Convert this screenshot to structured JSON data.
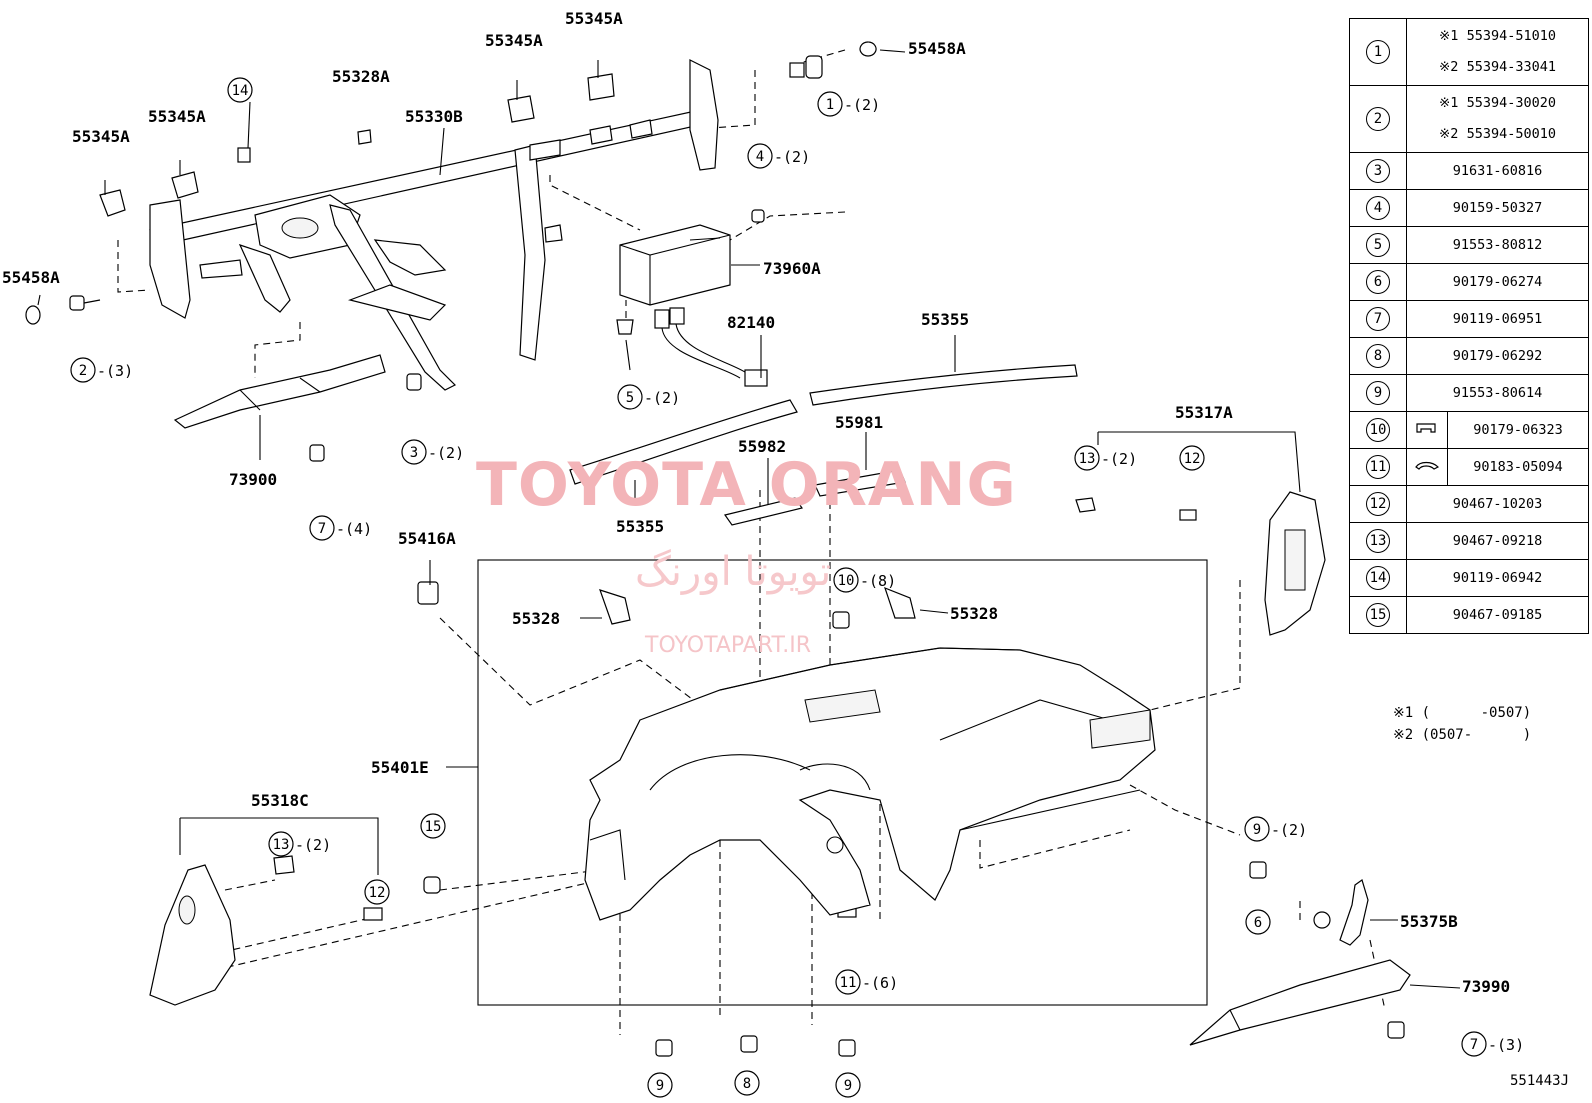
{
  "watermark": {
    "brand": "TOYOTA ORANG",
    "persian": "تویوتا اورنگ",
    "site": "TOYOTAPART.IR"
  },
  "labels": {
    "p55345A_1": "55345A",
    "p55345A_2": "55345A",
    "p55345A_3": "55345A",
    "p55345A_4": "55345A",
    "p55458A_r": "55458A",
    "p55458A_l": "55458A",
    "p55328A": "55328A",
    "p55330B": "55330B",
    "p73960A": "73960A",
    "p82140": "82140",
    "p55355_t": "55355",
    "p55355_b": "55355",
    "p55981": "55981",
    "p55982": "55982",
    "p55317A": "55317A",
    "p73900": "73900",
    "p55416A": "55416A",
    "p55328_l": "55328",
    "p55328_r": "55328",
    "p55401E": "55401E",
    "p55318C": "55318C",
    "p55375B": "55375B",
    "p73990": "73990"
  },
  "callouts": {
    "c1": {
      "num": "1",
      "qty": "-(2)"
    },
    "c4": {
      "num": "4",
      "qty": "-(2)"
    },
    "c14": {
      "num": "14",
      "qty": ""
    },
    "c2": {
      "num": "2",
      "qty": "-(3)"
    },
    "c5": {
      "num": "5",
      "qty": "-(2)"
    },
    "c3": {
      "num": "3",
      "qty": "-(2)"
    },
    "c7a": {
      "num": "7",
      "qty": "-(4)"
    },
    "c13a": {
      "num": "13",
      "qty": "-(2)"
    },
    "c12a": {
      "num": "12",
      "qty": ""
    },
    "c10": {
      "num": "10",
      "qty": "-(8)"
    },
    "c13b": {
      "num": "13",
      "qty": "-(2)"
    },
    "c12b": {
      "num": "12",
      "qty": ""
    },
    "c15": {
      "num": "15",
      "qty": ""
    },
    "c11": {
      "num": "11",
      "qty": "-(6)"
    },
    "c9a": {
      "num": "9",
      "qty": "-(2)"
    },
    "c6": {
      "num": "6",
      "qty": ""
    },
    "c7b": {
      "num": "7",
      "qty": "-(3)"
    },
    "c9b": {
      "num": "9",
      "qty": ""
    },
    "c8": {
      "num": "8",
      "qty": ""
    },
    "c9c": {
      "num": "9",
      "qty": ""
    }
  },
  "table": [
    {
      "ref": "1",
      "parts": [
        "※1 55394-51010",
        "※2 55394-33041"
      ]
    },
    {
      "ref": "2",
      "parts": [
        "※1 55394-30020",
        "※2 55394-50010"
      ]
    },
    {
      "ref": "3",
      "parts": [
        "91631-60816"
      ]
    },
    {
      "ref": "4",
      "parts": [
        "90159-50327"
      ]
    },
    {
      "ref": "5",
      "parts": [
        "91553-80812"
      ]
    },
    {
      "ref": "6",
      "parts": [
        "90179-06274"
      ]
    },
    {
      "ref": "7",
      "parts": [
        "90119-06951"
      ]
    },
    {
      "ref": "8",
      "parts": [
        "90179-06292"
      ]
    },
    {
      "ref": "9",
      "parts": [
        "91553-80614"
      ]
    },
    {
      "ref": "10",
      "icon": "nut-icon",
      "parts": [
        "90179-06323"
      ]
    },
    {
      "ref": "11",
      "icon": "clip-icon",
      "parts": [
        "90183-05094"
      ]
    },
    {
      "ref": "12",
      "parts": [
        "90467-10203"
      ]
    },
    {
      "ref": "13",
      "parts": [
        "90467-09218"
      ]
    },
    {
      "ref": "14",
      "parts": [
        "90119-06942"
      ]
    },
    {
      "ref": "15",
      "parts": [
        "90467-09185"
      ]
    }
  ],
  "notes": {
    "n1": "※1 (      -0507)",
    "n2": "※2 (0507-      )"
  },
  "diagram_code": "551443J"
}
